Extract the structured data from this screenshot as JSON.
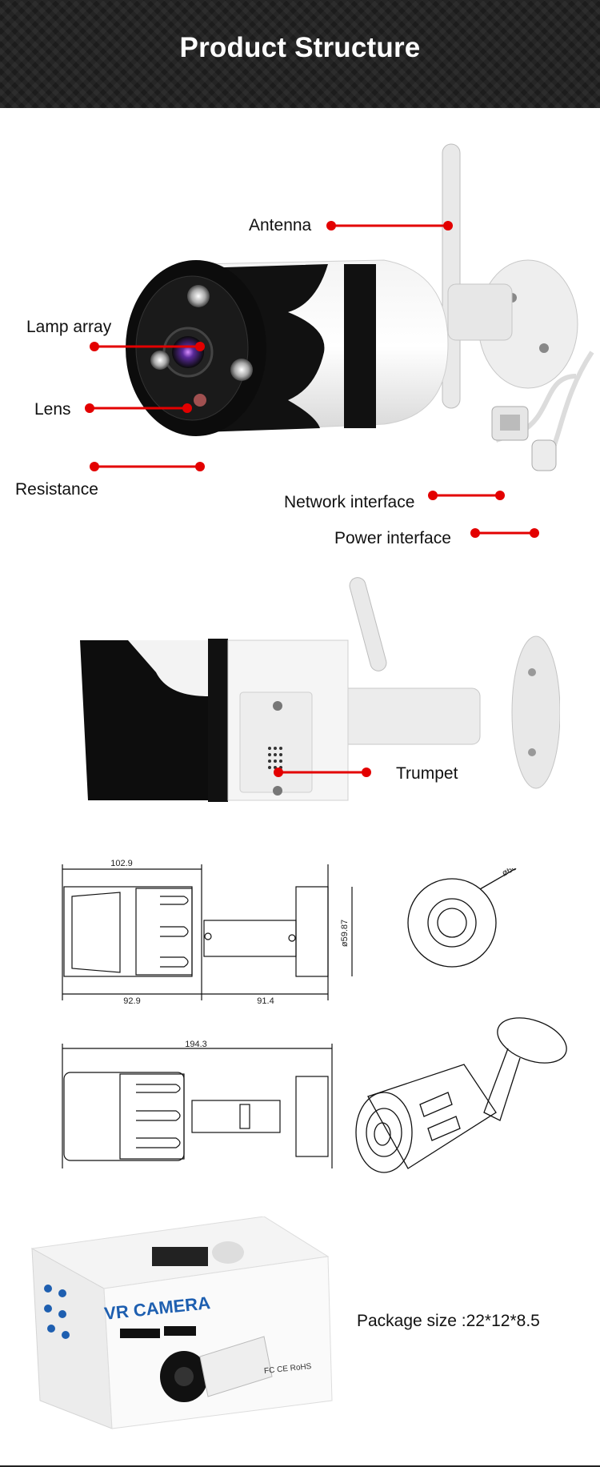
{
  "header": {
    "title": "Product Structure"
  },
  "callouts": {
    "antenna": "Antenna",
    "lamp_array": "Lamp array",
    "lens": "Lens",
    "resistance": "Resistance",
    "network_interface": "Network interface",
    "power_interface": "Power interface",
    "trumpet": "Trumpet"
  },
  "dimensions": {
    "top_width": "102.9",
    "body_length": "92.9",
    "mount_length": "91.4",
    "mount_height": "ø59.87",
    "diameter": "ø66",
    "total_length": "194.3"
  },
  "package": {
    "box_title": "VR CAMERA",
    "box_marks": "FC  CE  RoHS",
    "size_text": "Package size :22*12*8.5"
  },
  "colors": {
    "accent": "#e30000",
    "header_bg": "#1c1c1c"
  }
}
